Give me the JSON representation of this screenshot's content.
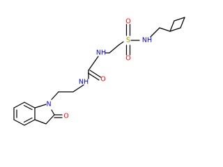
{
  "molecule": {
    "atoms": {
      "s1": "S",
      "o_sulfonyl_top": "O",
      "o_sulfonyl_bottom": "O",
      "nh_sulfonamide": "NH",
      "nh_urea_top": "NH",
      "nh_urea_left": "NH",
      "o_urea": "O",
      "n_indoline": "N",
      "o_oxindole": "O"
    },
    "colors": {
      "bond": "#000000",
      "nitrogen": "#0000ff",
      "oxygen": "#ff0000",
      "sulfur": "#999900"
    }
  }
}
